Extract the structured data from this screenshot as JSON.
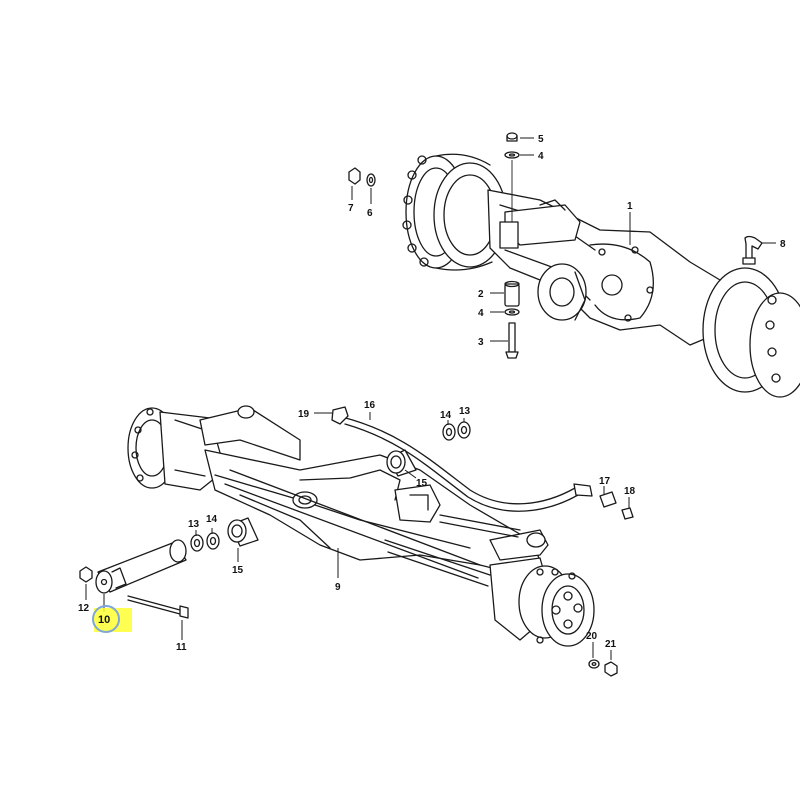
{
  "colors": {
    "line": "#1a1a1a",
    "highlight_fill": "#ffff33",
    "highlight_ring": "#7ea6d8"
  },
  "callouts": {
    "c1": "1",
    "c2": "2",
    "c3": "3",
    "c4a": "4",
    "c4b": "4",
    "c5": "5",
    "c6": "6",
    "c7": "7",
    "c8": "8",
    "c9": "9",
    "c10": "10",
    "c11": "11",
    "c12": "12",
    "c13a": "13",
    "c13b": "13",
    "c14a": "14",
    "c14b": "14",
    "c15a": "15",
    "c15b": "15",
    "c16": "16",
    "c17": "17",
    "c18": "18",
    "c19": "19",
    "c20": "20",
    "c21": "21"
  },
  "highlighted_part": "10"
}
